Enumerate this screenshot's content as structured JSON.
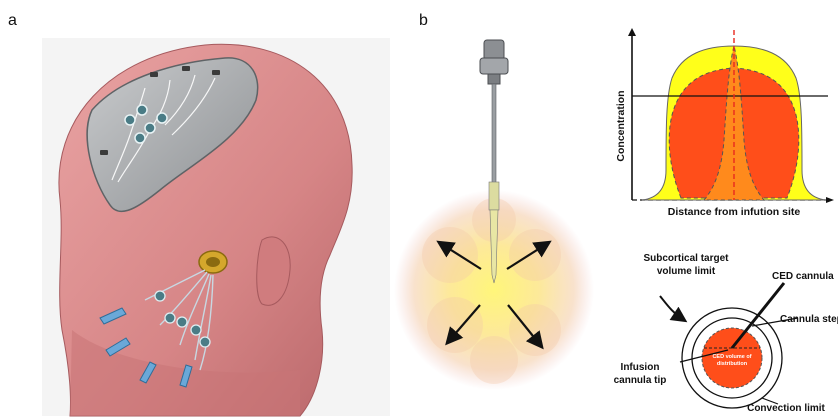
{
  "panels": {
    "a": {
      "letter": "a"
    },
    "b": {
      "letter": "b",
      "plot": {
        "ylabel": "Concentration",
        "xlabel": "Distance from infution site"
      },
      "schematic": {
        "target_label_line1": "Subcortical target",
        "target_label_line2": "volume limit",
        "ced_cannula": "CED cannula",
        "cannula_step": "Cannula step",
        "infusion_line1": "Infusion",
        "infusion_line2": "cannula tip",
        "ced_volume_line1": "CED volume of",
        "ced_volume_line2": "distribution",
        "convection_limit": "Convection limit"
      }
    }
  },
  "colors": {
    "head_skin": "#d98a8a",
    "head_shadow": "#b86a6c",
    "implant_plate": "#9fa2a5",
    "connector_gold": "#d4a72c",
    "tubing_blue": "#6aa8d8",
    "yellow_fill": "#ffff1a",
    "orange_fill": "#ff8a1c",
    "red_fill": "#ff4e1a",
    "red_dashed": "#e8281e",
    "glow_center": "#fff36a"
  }
}
